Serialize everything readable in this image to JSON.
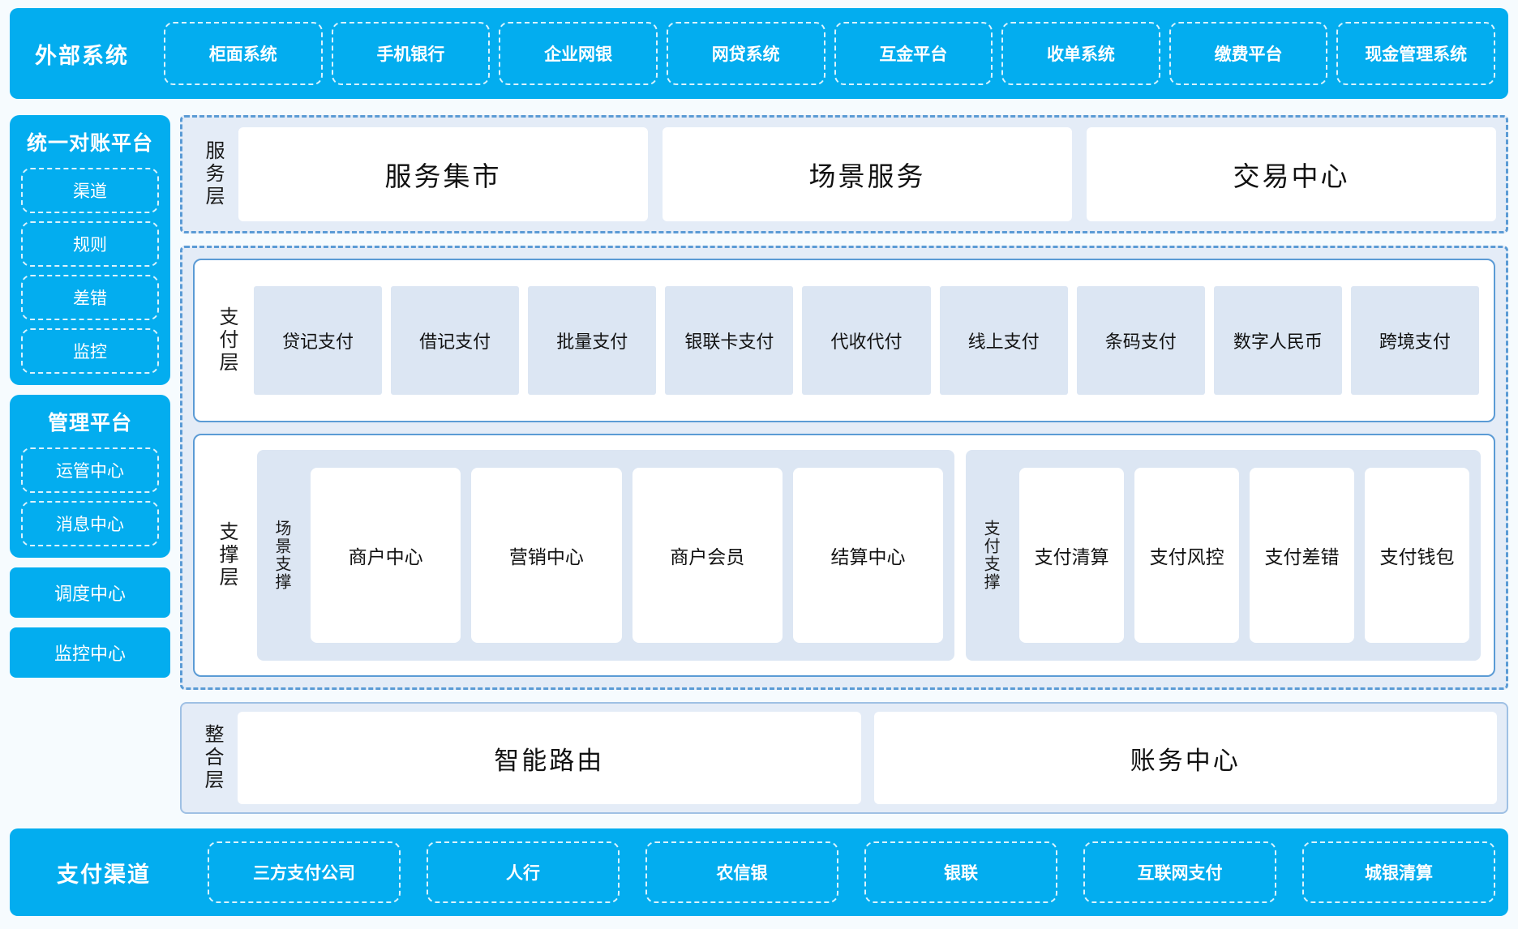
{
  "external": {
    "title": "外部系统",
    "items": [
      "柜面系统",
      "手机银行",
      "企业网银",
      "网贷系统",
      "互金平台",
      "收单系统",
      "缴费平台",
      "现金管理系统"
    ]
  },
  "rail": {
    "recon": {
      "title": "统一对账平台",
      "items": [
        "渠道",
        "规则",
        "差错",
        "监控"
      ]
    },
    "manage": {
      "title": "管理平台",
      "items": [
        "运管中心",
        "消息中心"
      ]
    },
    "standalone": [
      "调度中心",
      "监控中心"
    ]
  },
  "service_layer": {
    "label": "服务层",
    "items": [
      "服务集市",
      "场景服务",
      "交易中心"
    ]
  },
  "pay_layer": {
    "label": "支付层",
    "items": [
      "贷记支付",
      "借记支付",
      "批量支付",
      "银联卡支付",
      "代收代付",
      "线上支付",
      "条码支付",
      "数字人民币",
      "跨境支付"
    ]
  },
  "support_layer": {
    "label": "支撑层",
    "scene": {
      "label": "场景支撑",
      "items": [
        "商户中心",
        "营销中心",
        "商户会员",
        "结算中心"
      ]
    },
    "pay_support": {
      "label": "支付支撑",
      "items": [
        "支付清算",
        "支付风控",
        "支付差错",
        "支付钱包"
      ]
    }
  },
  "integration_layer": {
    "label": "整合层",
    "items": [
      "智能路由",
      "账务中心"
    ]
  },
  "channels": {
    "title": "支付渠道",
    "items": [
      "三方支付公司",
      "人行",
      "农信银",
      "银联",
      "互联网支付",
      "城银清算"
    ]
  },
  "colors": {
    "brand_cyan": "#03ADEF",
    "panel_blue": "#e4ecf7",
    "tile_blue": "#dce6f3",
    "border_blue": "#5b9bd5",
    "page_bg": "#f6fbfe"
  }
}
